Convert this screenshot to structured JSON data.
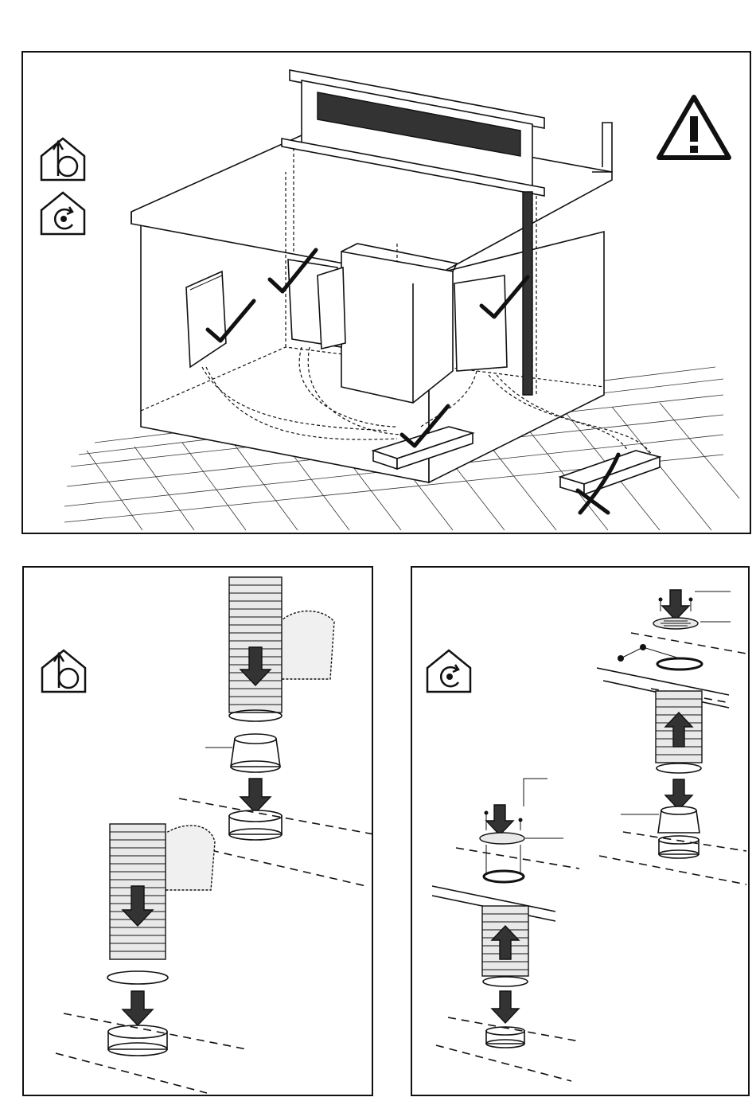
{
  "icons": {
    "duct_out_mode": "house-fan-ducted-out-icon",
    "recirculation_mode": "house-fan-recirculation-icon",
    "warning": "warning-triangle-icon",
    "correct": "check-mark-icon",
    "incorrect": "cross-mark-icon"
  },
  "panels": {
    "top": "installation-positions-overview",
    "bottom_left": "ducted-out-hose-assembly",
    "bottom_right": "recirculation-hose-assembly"
  },
  "marks": {
    "correct_count": 4,
    "incorrect_count": 1
  }
}
